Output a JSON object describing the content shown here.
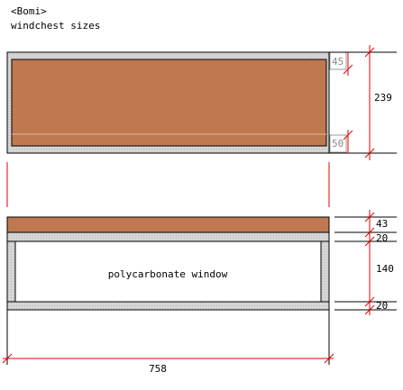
{
  "header": {
    "tag": "<Bomi>",
    "title": "windchest sizes"
  },
  "top_view": {
    "dim_top_offset": "45",
    "dim_bottom_offset": "50",
    "dim_height": "239"
  },
  "section_view": {
    "dim_board": "43",
    "dim_frame_top": "20",
    "dim_window": "140",
    "dim_frame_bottom": "20",
    "window_label": "polycarbonate window"
  },
  "dim_width": "758",
  "colors": {
    "wood": "#c07850",
    "frame": "#d2d2d2",
    "dimension_line": "#e00000",
    "outline": "#000000"
  }
}
